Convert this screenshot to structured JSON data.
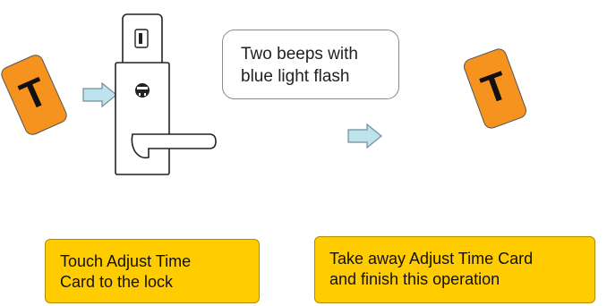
{
  "diagram": {
    "card_left": {
      "letter": "T"
    },
    "card_right": {
      "letter": "T"
    },
    "speech_bubble": {
      "line1": "Two beeps with",
      "line2": "blue light flash"
    },
    "caption_left": {
      "line1": "Touch Adjust Time",
      "line2": "Card to the lock"
    },
    "caption_right": {
      "line1": "Take away Adjust Time Card",
      "line2": "and finish this operation"
    }
  },
  "colors": {
    "card": "#f6921e",
    "caption_fill": "#ffcc00",
    "arrow_fill": "#bfe3ec"
  }
}
